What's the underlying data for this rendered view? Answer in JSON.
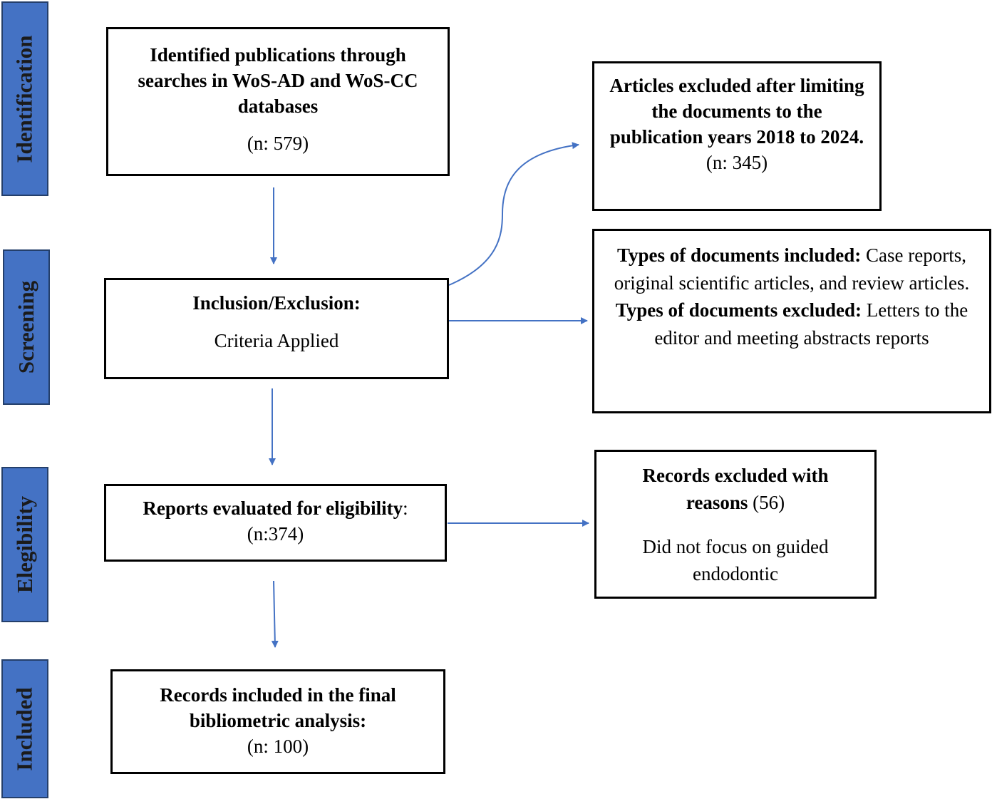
{
  "stages": {
    "identification": "Identification",
    "screening": "Screening",
    "elegibility": "Elegibility",
    "included": "Included"
  },
  "boxes": {
    "identified": {
      "title": "Identified publications through searches in WoS-AD and WoS-CC databases",
      "count": "(n: 579)"
    },
    "excluded_years": {
      "title": "Articles excluded after limiting the documents to the publication years 2018 to 2024.",
      "count": "(n: 345)"
    },
    "inclusion": {
      "title": "Inclusion/Exclusion:",
      "subtitle": "Criteria Applied"
    },
    "types": {
      "included_label": "Types of documents included:",
      "included_text": " Case reports, original scientific articles, and review articles.",
      "excluded_label": "Types of documents excluded:",
      "excluded_text": " Letters to the editor and meeting abstracts reports"
    },
    "eligibility": {
      "title": "Reports evaluated for eligibility",
      "colon": ":",
      "count": "(n:374)"
    },
    "records_excluded": {
      "title": "Records excluded with reasons",
      "count": " (56)",
      "reason": "Did not focus on guided endodontic"
    },
    "final": {
      "title": "Records included in the final bibliometric analysis:",
      "count": "(n: 100)"
    }
  },
  "colors": {
    "stage_fill": "#4472c4",
    "arrow": "#4472c4",
    "box_border": "#000000"
  }
}
